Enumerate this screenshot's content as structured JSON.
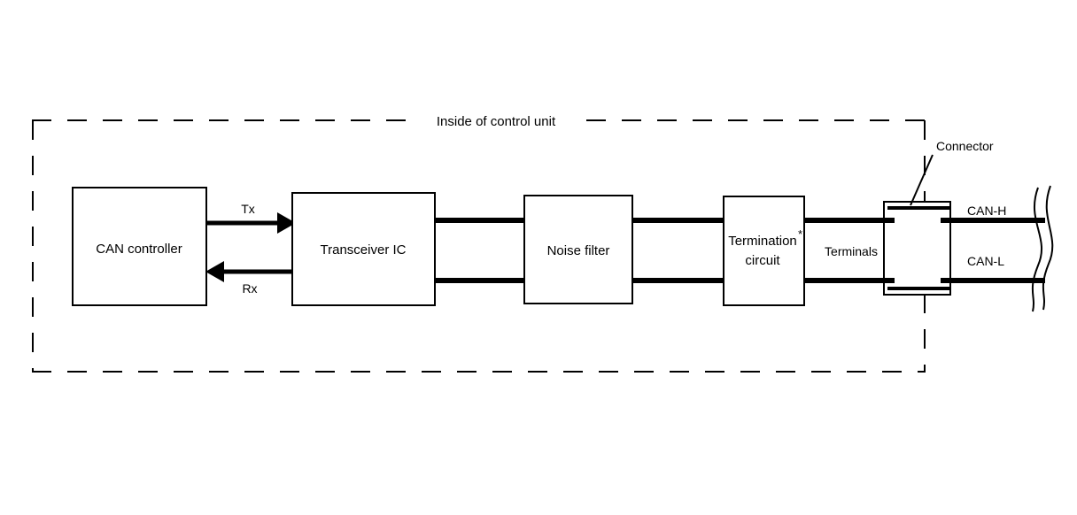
{
  "diagram": {
    "title": "Inside of control unit",
    "blocks": [
      {
        "id": "can-controller",
        "label": "CAN controller"
      },
      {
        "id": "transceiver-ic",
        "label": "Transceiver IC"
      },
      {
        "id": "noise-filter",
        "label": "Noise filter"
      },
      {
        "id": "termination-circuit",
        "label_line1": "Termination",
        "label_line2": "circuit",
        "footnote_marker": "*"
      }
    ],
    "signals": [
      {
        "id": "tx",
        "label": "Tx",
        "direction": "right"
      },
      {
        "id": "rx",
        "label": "Rx",
        "direction": "left"
      }
    ],
    "labels": {
      "terminals": "Terminals",
      "connector": "Connector",
      "can_high": "CAN-H",
      "can_low": "CAN-L"
    },
    "colors": {
      "line": "#000000",
      "background": "#ffffff",
      "block_fill": "#ffffff"
    }
  }
}
